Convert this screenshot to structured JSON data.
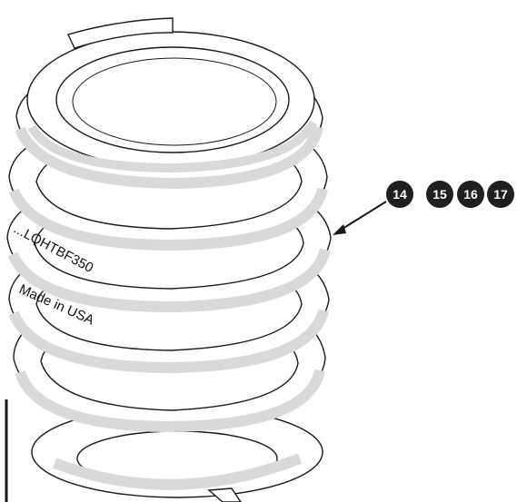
{
  "diagram": {
    "callouts": [
      "14",
      "15",
      "16",
      "17"
    ],
    "spring_markings": [
      "...LQHTBF350",
      "Made in USA"
    ],
    "colors": {
      "line": "#1a1a1a",
      "shade": "#d9d9d9",
      "coil_fill": "#ffffff",
      "badge": "#1f1f1f"
    }
  }
}
